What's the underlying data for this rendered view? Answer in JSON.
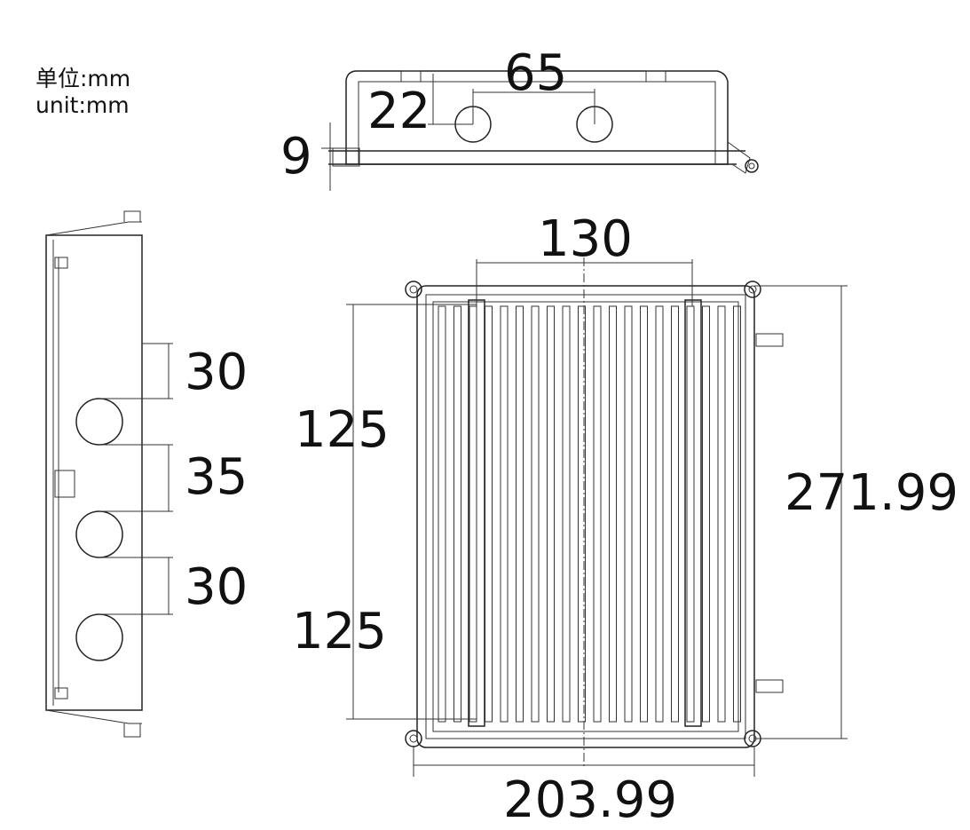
{
  "units": {
    "cn": "单位:mm",
    "en": "unit:mm"
  },
  "dimensions": {
    "top_hole_spacing": "65",
    "top_hole_height": "22",
    "flange": "9",
    "bracket_spacing": "130",
    "side_gap_1": "30",
    "side_gap_2": "35",
    "side_gap_3": "30",
    "half_height_upper": "125",
    "half_height_lower": "125",
    "total_height": "271.99",
    "total_width": "203.99"
  },
  "colors": {
    "line": "#222222",
    "text": "#111111"
  }
}
